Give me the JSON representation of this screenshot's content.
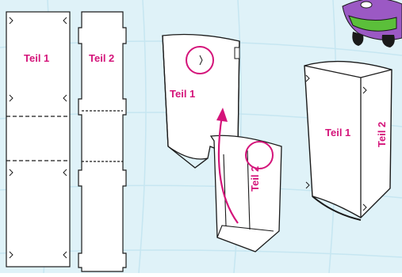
{
  "labels": {
    "flat_part1": "Teil 1",
    "flat_part2": "Teil 2",
    "assembly_part1": "Teil 1",
    "assembly_part2": "Teil 2",
    "finished_part1": "Teil 1",
    "finished_part2": "Teil 2"
  },
  "colors": {
    "background": "#dff2f8",
    "grid": "#c6e6f1",
    "outline": "#1a1a1a",
    "label": "#d4147a",
    "highlight": "#d4147a",
    "mascot_body": "#9b59c4",
    "mascot_shirt": "#5bbf3a"
  },
  "icons": [
    "dinosaur-mascot",
    "arrow-up-icon",
    "highlight-circle-icon"
  ]
}
